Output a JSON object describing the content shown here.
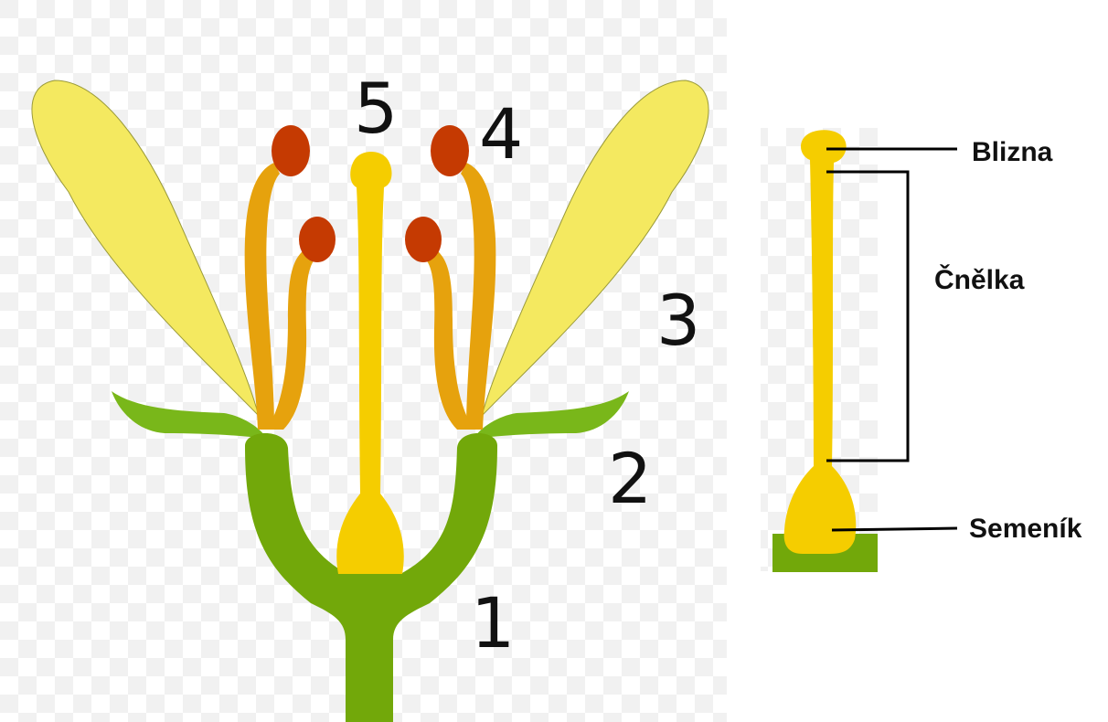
{
  "colors": {
    "petal": "#f4e960",
    "petal_outline": "#9a9a3a",
    "sepal": "#79b71a",
    "receptacle": "#72a80a",
    "pistil": "#f5cd00",
    "stamen_filament": "#e6a20d",
    "anther": "#c53a02",
    "checker": "#f1f1f1",
    "text": "#111111"
  },
  "flower_numbers": {
    "n1": "1",
    "n2": "2",
    "n3": "3",
    "n4": "4",
    "n5": "5"
  },
  "pistil_labels": {
    "stigma": "Blizna",
    "style": "Čnělka",
    "ovary": "Semeník"
  }
}
